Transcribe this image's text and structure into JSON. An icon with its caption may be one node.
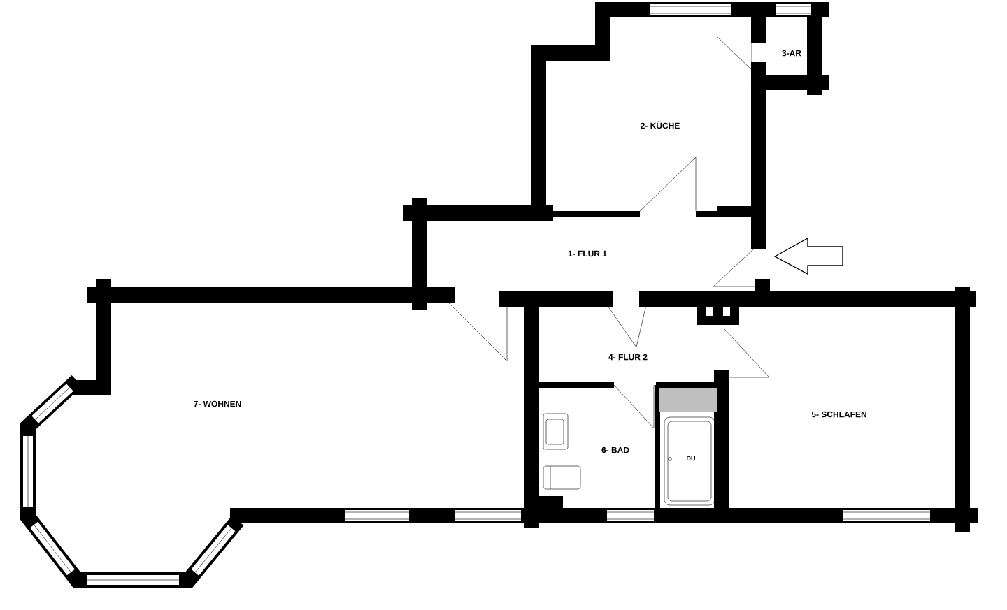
{
  "diagram": {
    "labels": [
      "3-AR",
      "2- KÜCHE",
      "1- FLUR 1",
      "4- FLUR 2",
      "7- WOHNEN",
      "5- SCHLAFEN",
      "6- BAD",
      "DU"
    ]
  }
}
